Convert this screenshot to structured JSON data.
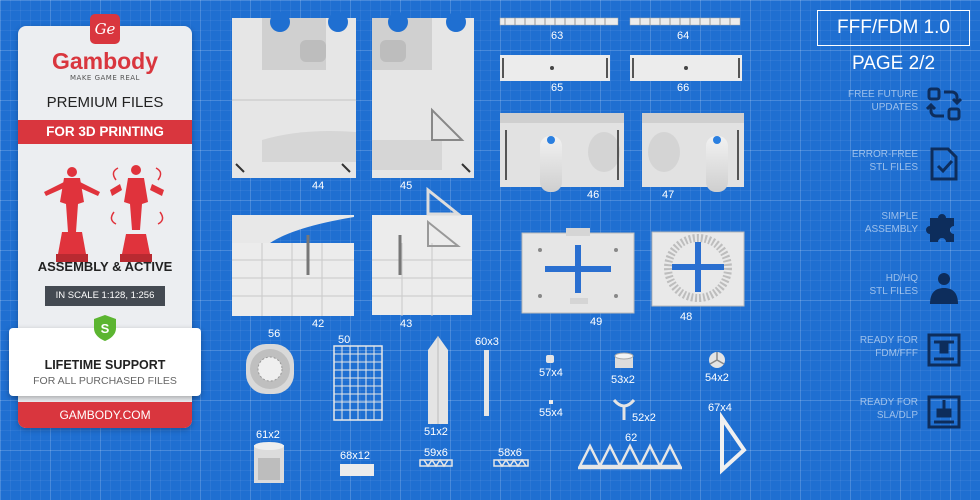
{
  "badge": {
    "logo_mark": "Ge",
    "brand": "Gambody",
    "tagline": "MAKE GAME REAL",
    "premium": "PREMIUM FILES",
    "band": "FOR 3D PRINTING",
    "assembly": "ASSEMBLY & ACTIVE",
    "scale": "IN SCALE 1:128, 1:256",
    "shield_letter": "S",
    "support_title": "LIFETIME SUPPORT",
    "support_sub": "FOR ALL PURCHASED FILES",
    "site": "GAMBODY.COM"
  },
  "header": {
    "version": "FFF/FDM 1.0",
    "page": "PAGE 2/2"
  },
  "features": [
    {
      "line1": "FREE FUTURE",
      "line2": "UPDATES",
      "icon": "update-arrows-icon"
    },
    {
      "line1": "ERROR-FREE",
      "line2": "STL FILES",
      "icon": "file-check-icon"
    },
    {
      "line1": "SIMPLE",
      "line2": "ASSEMBLY",
      "icon": "puzzle-icon"
    },
    {
      "line1": "HD/HQ",
      "line2": "STL FILES",
      "icon": "figure-icon"
    },
    {
      "line1": "READY FOR",
      "line2": "FDM/FFF",
      "icon": "fdm-printer-icon"
    },
    {
      "line1": "READY FOR",
      "line2": "SLA/DLP",
      "icon": "sla-printer-icon"
    }
  ],
  "parts": {
    "p44": "44",
    "p45": "45",
    "p63": "63",
    "p64": "64",
    "p65": "65",
    "p66": "66",
    "p46": "46",
    "p47": "47",
    "p42": "42",
    "p43": "43",
    "p49": "49",
    "p48": "48",
    "p56": "56",
    "p50": "50",
    "p51": "51x2",
    "p60": "60x3",
    "p57": "57x4",
    "p53": "53x2",
    "p54": "54x2",
    "p55": "55x4",
    "p52": "52x2",
    "p67": "67x4",
    "p62": "62",
    "p61": "61x2",
    "p68": "68x12",
    "p59": "59x6",
    "p58": "58x6"
  },
  "colors": {
    "background": "#1f6fd1",
    "accent_red": "#d9363e",
    "part_gray": "#e4e4e4",
    "shield_green": "#5cb531"
  }
}
